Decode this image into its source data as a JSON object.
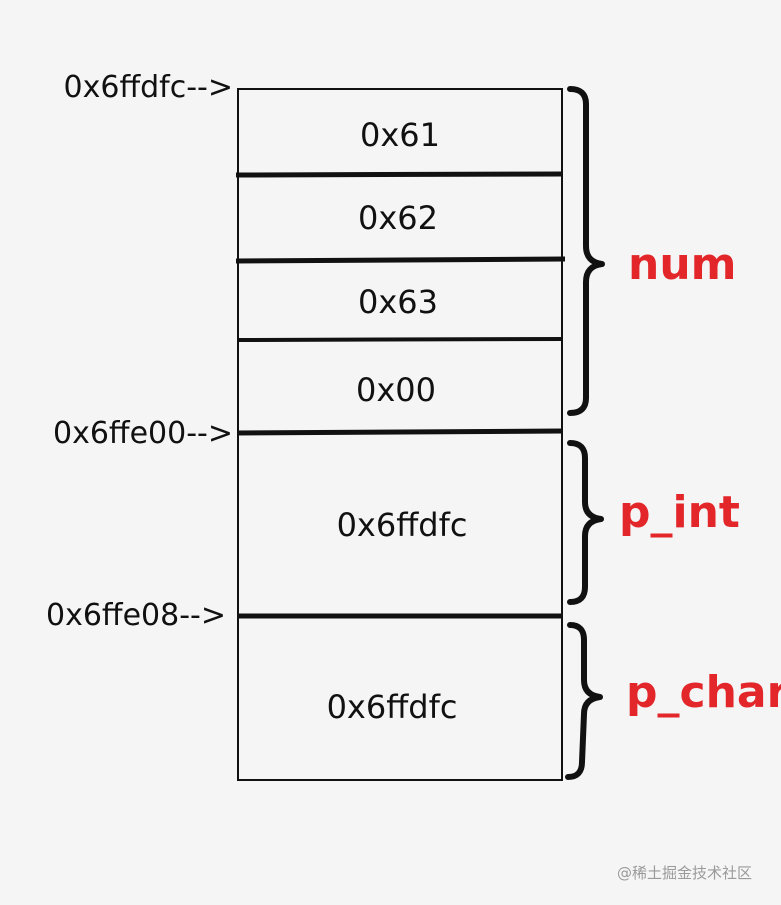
{
  "colors": {
    "background": "#f5f5f5",
    "ink": "#111111",
    "variable_label": "#e3262a",
    "watermark": "#9a9a9a"
  },
  "cells": [
    {
      "value": "0x61"
    },
    {
      "value": "0x62"
    },
    {
      "value": "0x63"
    },
    {
      "value": "0x00"
    },
    {
      "value": "0x6ffdfc"
    },
    {
      "value": "0x6ffdfc"
    }
  ],
  "address_markers": [
    {
      "text": "0x6ffdfc-->"
    },
    {
      "text": "0x6ffe00-->"
    },
    {
      "text": "0x6ffe08-->"
    }
  ],
  "variables": [
    {
      "name": "num"
    },
    {
      "name": "p_int"
    },
    {
      "name": "p_char"
    }
  ],
  "watermark": {
    "text": "@稀土掘金技术社区"
  }
}
